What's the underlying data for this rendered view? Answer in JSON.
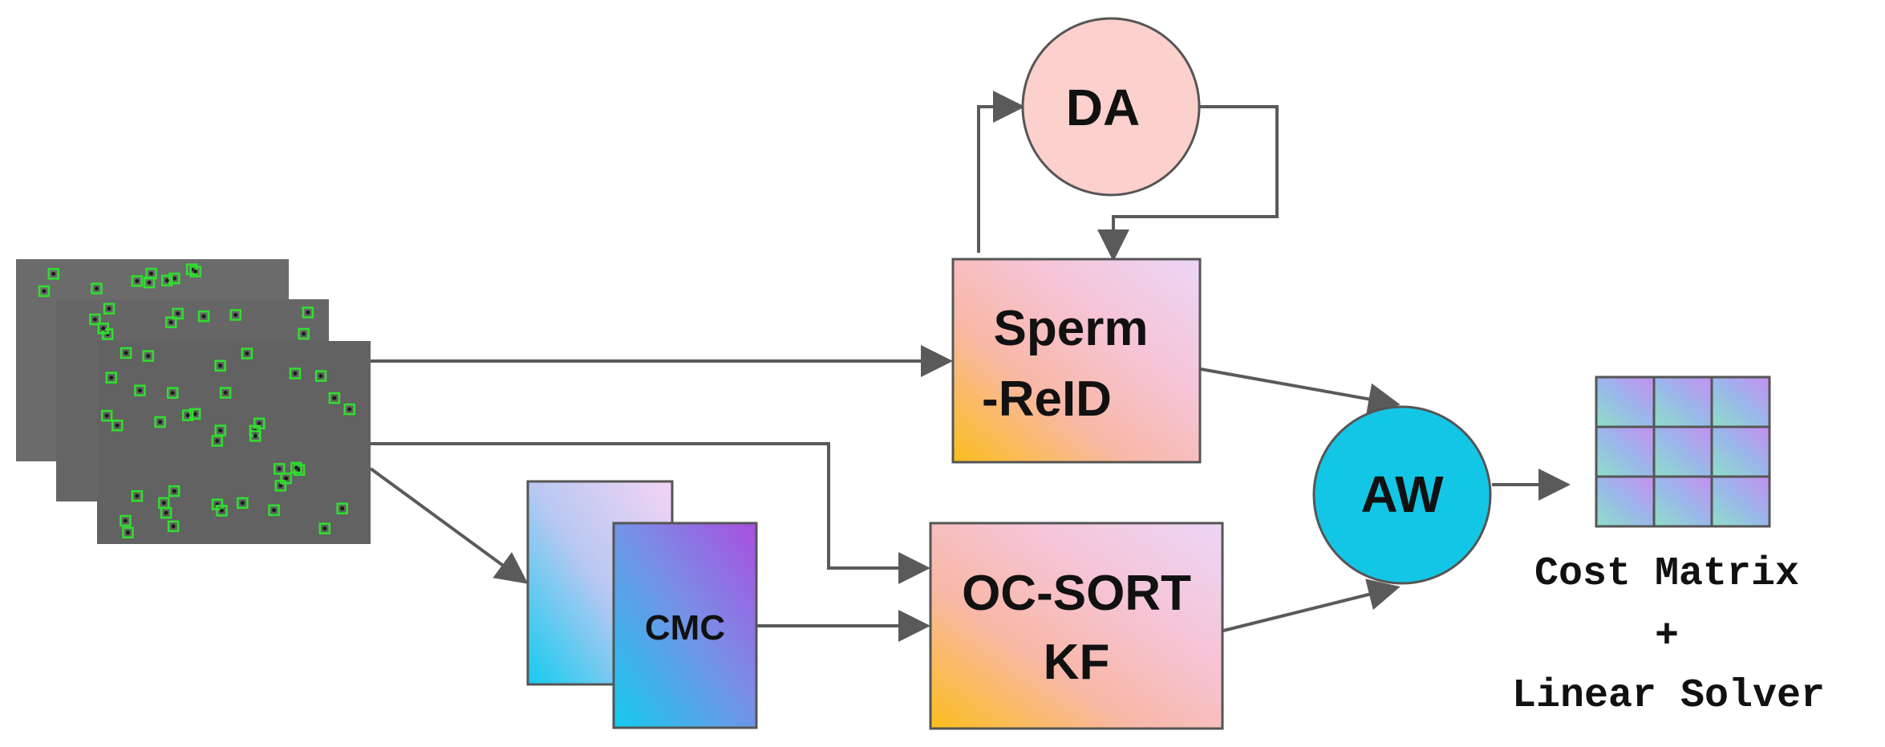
{
  "nodes": {
    "da": {
      "label": "DA",
      "fill": "#fcd0cc"
    },
    "reid": {
      "line1": "Sperm",
      "line2": "-ReID"
    },
    "cmc": {
      "label": "CMC"
    },
    "ocsort": {
      "line1": "OC-SORT",
      "line2": "KF"
    },
    "aw": {
      "label": "AW",
      "fill": "#14c6e6"
    }
  },
  "output": {
    "line1": "Cost Matrix",
    "line2": "+",
    "line3": "Linear Solver"
  },
  "colors": {
    "arrow": "#5a5a5a",
    "box_border": "#555555",
    "gradient_orange": "#fbbd1c",
    "gradient_pink": "#f6c4d6",
    "gradient_lavender": "#ecd6f6",
    "cmc_cyan": "#14cbee",
    "cmc_purple": "#a94ee0",
    "microscopy_bg": "#6b6b6b",
    "detection_green": "#2ee02e"
  }
}
